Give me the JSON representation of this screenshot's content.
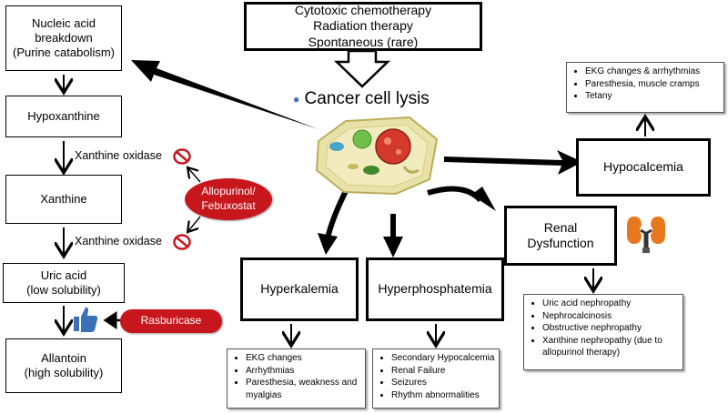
{
  "top_causes": [
    "Cytotoxic chemotherapy",
    "Radiation therapy",
    "Spontaneous (rare)"
  ],
  "center_label": "Cancer cell lysis",
  "purine_path": {
    "nucleic_acid": [
      "Nucleic acid",
      "breakdown",
      "(Purine catabolism)"
    ],
    "hypoxanthine": "Hypoxanthine",
    "xanthine": "Xanthine",
    "uric_acid": [
      "Uric acid",
      "(low solubility)"
    ],
    "allantoin": [
      "Allantoin",
      "(high solubility)"
    ],
    "enzyme_1": "Xanthine oxidase",
    "enzyme_2": "Xanthine oxidase"
  },
  "drugs": {
    "allopurinol": [
      "Allopurinol/",
      "Febuxostat"
    ],
    "rasburicase": "Rasburicase"
  },
  "hypocalcemia": {
    "title": "Hypocalcemia",
    "effects": [
      "EKG changes & arrhythmias",
      "Paresthesia, muscle cramps",
      "Tetany"
    ]
  },
  "renal": {
    "title": [
      "Renal",
      "Dysfunction"
    ],
    "effects": [
      "Uric acid nephropathy",
      "Nephrocalcinosis",
      "Obstructive nephropathy",
      "Xanthine nephropathy (due to allopurinol therapy)"
    ]
  },
  "hyperkalemia": {
    "title": "Hyperkalemia",
    "effects": [
      "EKG changes",
      "Arrhythmias",
      "Paresthesia, weakness and myalgias"
    ]
  },
  "hyperphosphatemia": {
    "title": "Hyperphosphatemia",
    "effects": [
      "Secondary Hypocalcemia",
      "Renal Failure",
      "Seizures",
      "Rhythm abnormalities"
    ]
  },
  "colors": {
    "drug_oval": "#c8161d",
    "kidney": "#e8781e",
    "thumb": "#3b6fb8",
    "prohibit": "#c8161d"
  },
  "icons": [
    "thumbs-up-icon",
    "prohibition-icon",
    "kidney-icon",
    "cancer-cell-icon"
  ]
}
